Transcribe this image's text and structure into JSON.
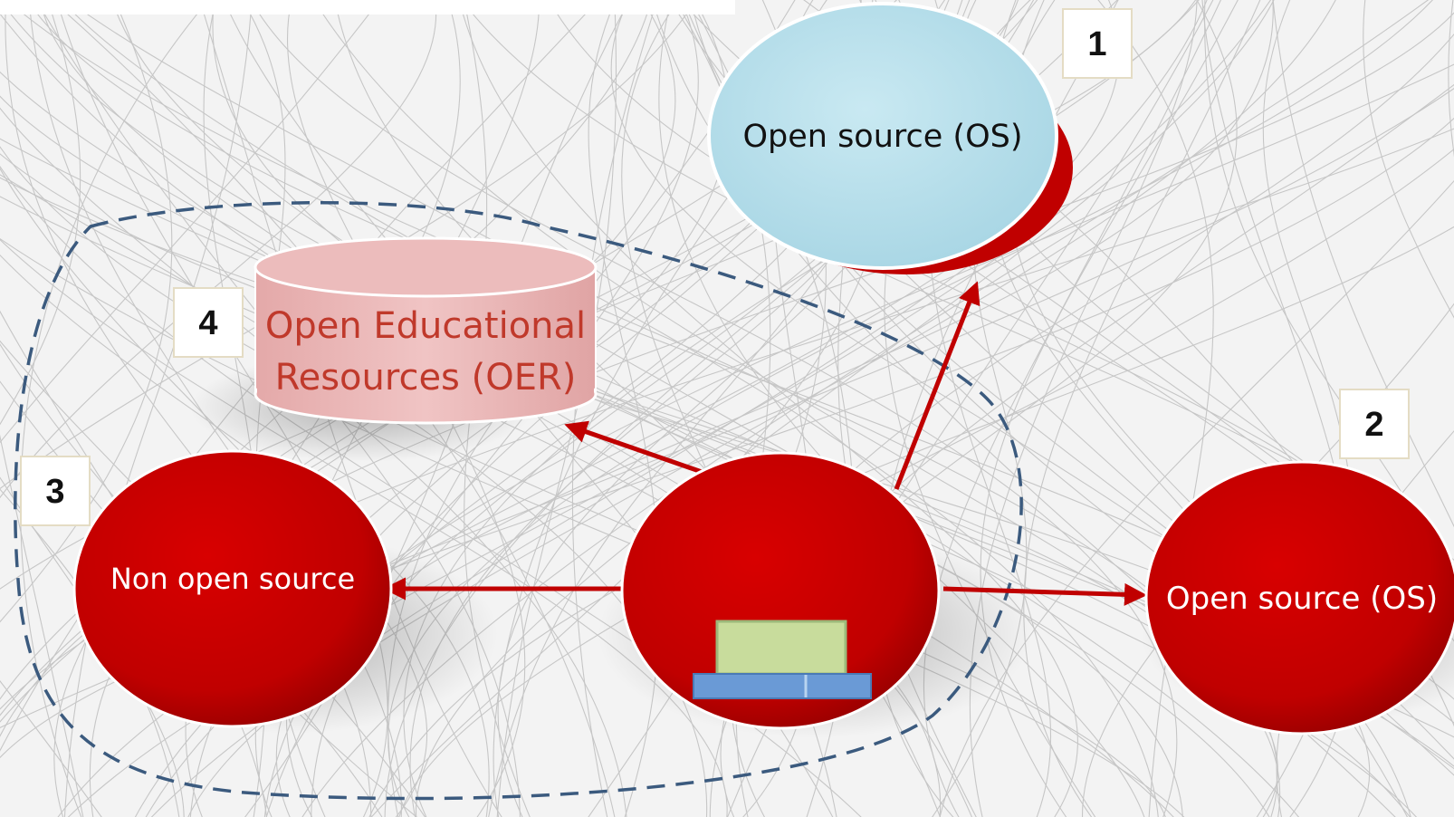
{
  "nodes": {
    "os_top": {
      "label": "Open source (OS)"
    },
    "oer": {
      "line1": "Open Educational",
      "line2": "Resources (OER)"
    },
    "non_open": {
      "label": "Non open source"
    },
    "os_right": {
      "label": "Open source (OS)"
    }
  },
  "numbers": {
    "n1": "1",
    "n2": "2",
    "n3": "3",
    "n4": "4"
  },
  "colors": {
    "red": "#c00000",
    "light_blue": "#b4dce8",
    "pink": "#e8b4b4",
    "oer_text": "#c0392b",
    "dashed_boundary": "#3b5a7e",
    "device_green": "#c8dc9c",
    "device_blue": "#6a9ad6"
  },
  "icons": {
    "center_device": "laptop-device-icon"
  }
}
